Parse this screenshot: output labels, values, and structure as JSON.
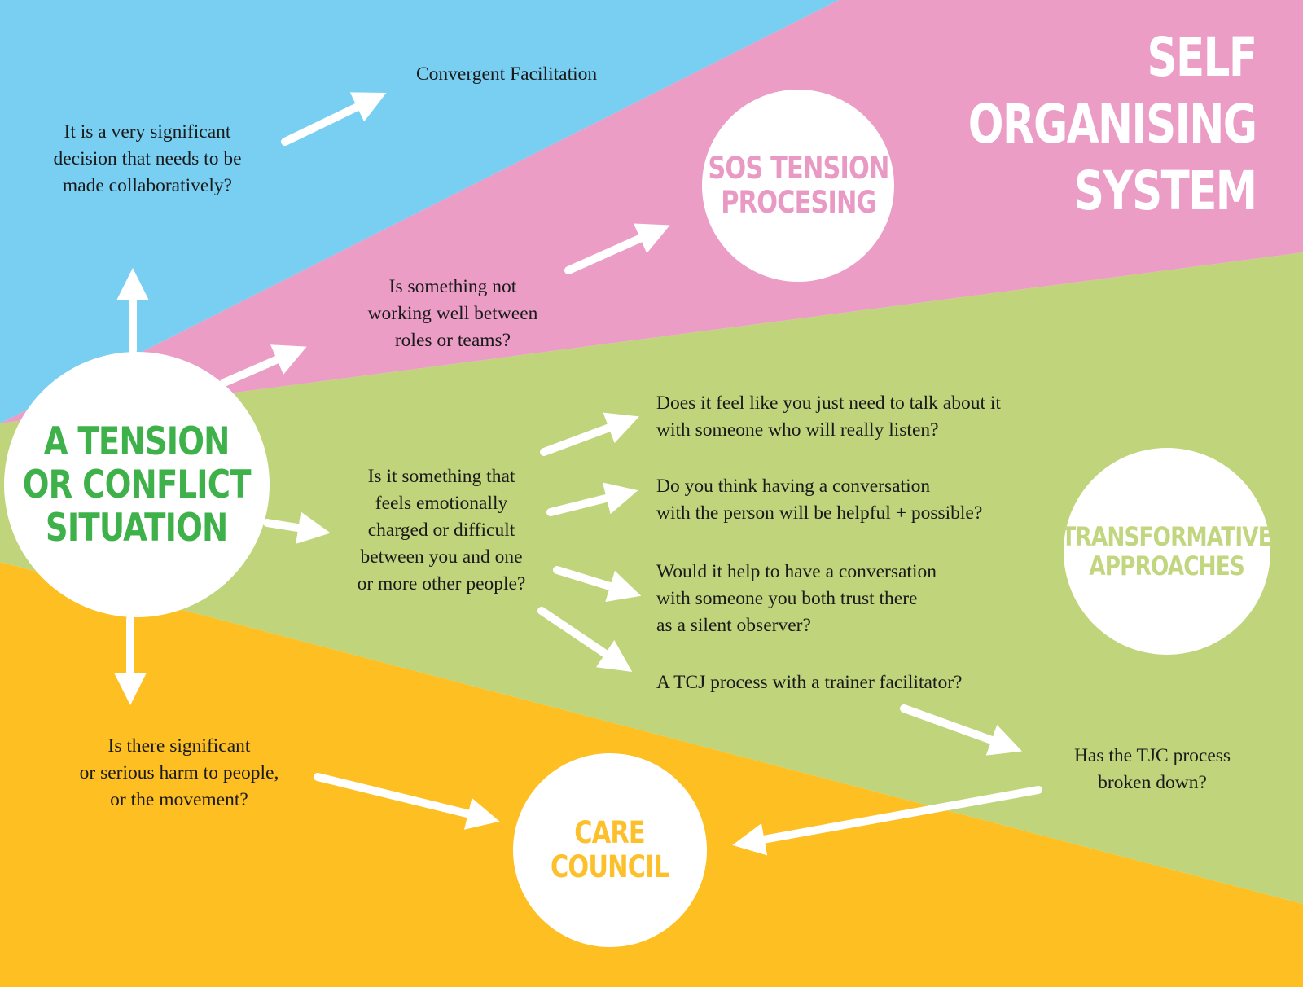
{
  "title": [
    "SELF",
    "ORGANISING",
    "SYSTEM"
  ],
  "colors": {
    "blue": "#78cff2",
    "pink": "#eb9dc6",
    "green": "#c0d57b",
    "yellow": "#fdbf21",
    "white": "#ffffff",
    "center_text": "#3fb14a",
    "sos_text": "#e99ac4",
    "transformative_text": "#c1d67f",
    "care_text": "#fcc02c"
  },
  "center_node": {
    "lines": [
      "A TENSION",
      "OR CONFLICT",
      "SITUATION"
    ]
  },
  "outcomes": {
    "sos": [
      "SOS TENSION",
      "PROCESING"
    ],
    "transformative": [
      "TRANSFORMATIVE",
      "APPROACHES"
    ],
    "care": [
      "CARE",
      "COUNCIL"
    ],
    "convergent": "Convergent Facilitation"
  },
  "questions": {
    "significant_decision": [
      "It is a very significant",
      "decision that needs to be",
      "made collaboratively?"
    ],
    "not_working": [
      "Is something not",
      "working well between",
      "roles or teams?"
    ],
    "emotional": [
      "Is it something that",
      "feels emotionally",
      "charged or difficult",
      "between you and one",
      "or more other people?"
    ],
    "talk": [
      "Does it feel like you just need to talk about it",
      "with someone who will really listen?"
    ],
    "conversation": [
      "Do you think having a conversation",
      "with the person will be helpful + possible?"
    ],
    "observer": [
      "Would it help to have a conversation",
      "with someone you both trust there",
      "as a silent observer?"
    ],
    "tcj": [
      "A TCJ process with a trainer facilitator?"
    ],
    "harm": [
      "Is there significant",
      "or serious harm to people,",
      "or the movement?"
    ],
    "broken": [
      "Has the TJC process",
      "broken down?"
    ]
  }
}
